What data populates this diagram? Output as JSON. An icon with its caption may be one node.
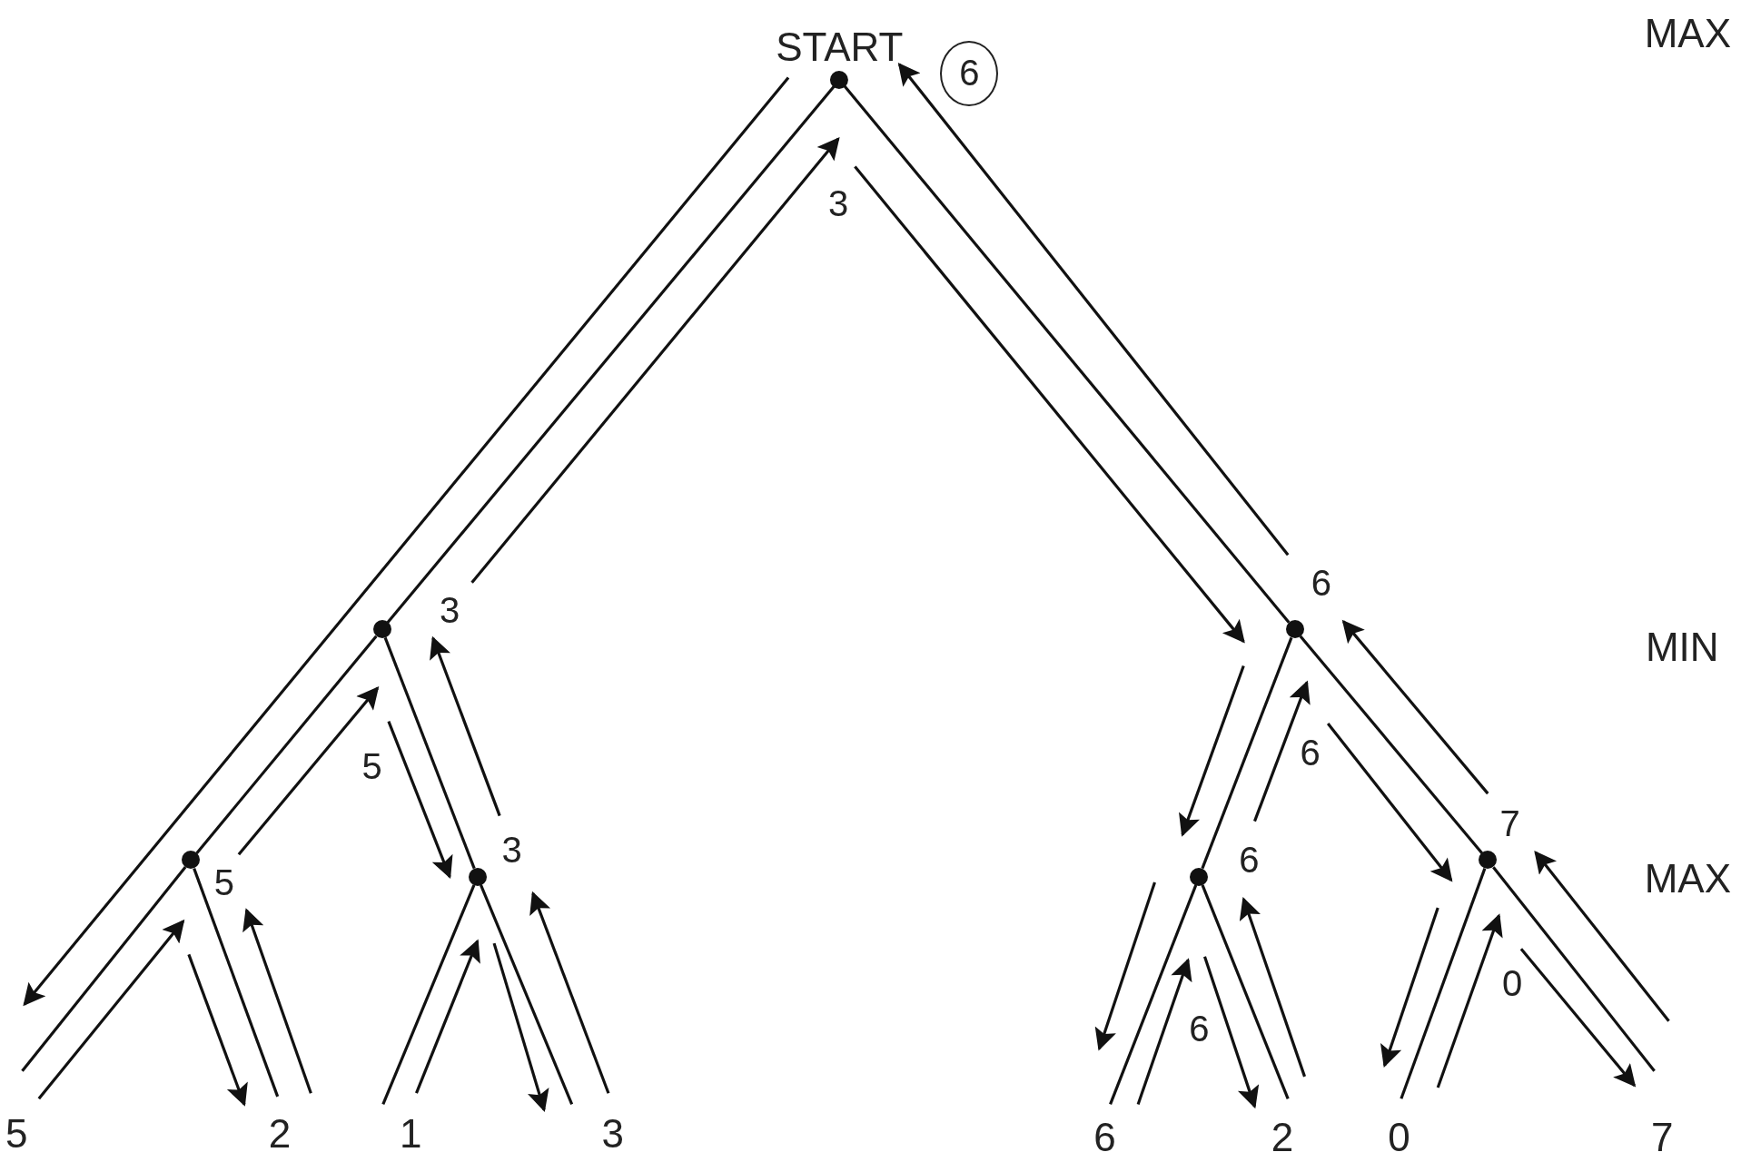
{
  "diagram": {
    "nodes": [
      {
        "text": [
          "START"
        ],
        "beside": [
          "6"
        ]
      },
      {
        "text": [],
        "shape": "circle"
      },
      {
        "text": [],
        "shape": "circle"
      },
      {
        "text": [],
        "shape": "circle"
      },
      {
        "text": [],
        "shape": "circle"
      },
      {
        "text": [],
        "shape": "circle"
      },
      {
        "text": [],
        "shape": "circle"
      },
      {
        "text": [
          "5"
        ]
      },
      {
        "text": [
          "2"
        ]
      },
      {
        "text": [
          "1"
        ]
      },
      {
        "text": [
          "3"
        ]
      },
      {
        "text": [
          "6"
        ]
      },
      {
        "text": [
          "2"
        ]
      },
      {
        "text": [
          "0"
        ]
      },
      {
        "text": [
          "7"
        ]
      }
    ],
    "edges": [
      {
        "from": 0,
        "to": 1,
        "arrow": "none"
      },
      {
        "from": 0,
        "to": 2,
        "arrow": "none"
      },
      {
        "from": 1,
        "to": 3,
        "arrow": "none"
      },
      {
        "from": 1,
        "to": 4,
        "arrow": "none"
      },
      {
        "from": 2,
        "to": 5,
        "arrow": "none"
      },
      {
        "from": 2,
        "to": 6,
        "arrow": "none"
      },
      {
        "from": 3,
        "to": 7,
        "arrow": "none"
      },
      {
        "from": 3,
        "to": 8,
        "arrow": "none"
      },
      {
        "from": 4,
        "to": 9,
        "arrow": "none"
      },
      {
        "from": 4,
        "to": 10,
        "arrow": "none"
      },
      {
        "from": 5,
        "to": 11,
        "arrow": "none"
      },
      {
        "from": 5,
        "to": 12,
        "arrow": "none"
      },
      {
        "from": 6,
        "to": 13,
        "arrow": "none"
      },
      {
        "from": 6,
        "to": 14,
        "arrow": "none"
      },
      {
        "from": 0,
        "to": 7,
        "arrow": "to"
      },
      {
        "from": 7,
        "to": 3,
        "arrow": "to"
      },
      {
        "from": 3,
        "to": 8,
        "arrow": "to"
      },
      {
        "from": 8,
        "to": 3,
        "arrow": "to"
      },
      {
        "from": 3,
        "to": 1,
        "arrow": "to",
        "label": "5"
      },
      {
        "from": 1,
        "to": 4,
        "arrow": "to",
        "label": "5"
      },
      {
        "from": 9,
        "to": 4,
        "arrow": "to"
      },
      {
        "from": 4,
        "to": 10,
        "arrow": "to"
      },
      {
        "from": 10,
        "to": 4,
        "arrow": "to",
        "label": "3"
      },
      {
        "from": 4,
        "to": 1,
        "arrow": "to",
        "label": "3"
      },
      {
        "from": 1,
        "to": 0,
        "arrow": "to"
      },
      {
        "from": 0,
        "to": 2,
        "arrow": "to",
        "label": "3"
      },
      {
        "from": 2,
        "to": 5,
        "arrow": "to"
      },
      {
        "from": 5,
        "to": 11,
        "arrow": "to"
      },
      {
        "from": 11,
        "to": 5,
        "arrow": "to"
      },
      {
        "from": 5,
        "to": 12,
        "arrow": "to",
        "label": "6"
      },
      {
        "from": 12,
        "to": 5,
        "arrow": "to",
        "label": "6"
      },
      {
        "from": 5,
        "to": 2,
        "arrow": "to",
        "label": "6"
      },
      {
        "from": 2,
        "to": 6,
        "arrow": "to"
      },
      {
        "from": 6,
        "to": 13,
        "arrow": "to"
      },
      {
        "from": 13,
        "to": 6,
        "arrow": "to",
        "label": "0"
      },
      {
        "from": 6,
        "to": 14,
        "arrow": "to"
      },
      {
        "from": 14,
        "to": 6,
        "arrow": "to",
        "label": "7"
      },
      {
        "from": 6,
        "to": 2,
        "arrow": "to",
        "label": "6"
      },
      {
        "from": 2,
        "to": 0,
        "arrow": "to"
      }
    ],
    "labels": [
      "MAX",
      "MIN",
      "MAX"
    ]
  }
}
